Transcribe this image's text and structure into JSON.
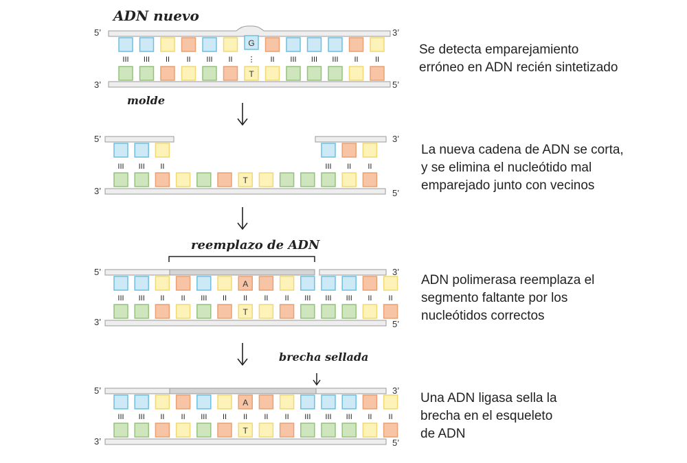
{
  "colors": {
    "A": {
      "fill": "#f7c5a5",
      "stroke": "#e9a072"
    },
    "T": {
      "fill": "#fdf2b8",
      "stroke": "#f0d873"
    },
    "G": {
      "fill": "#cde9f6",
      "stroke": "#6cbfe0"
    },
    "C": {
      "fill": "#cfe5bd",
      "stroke": "#93c27c"
    },
    "backbone_fill": "#eeeeee",
    "backbone_stroke": "#999999",
    "highlight_fill": "#d5d5d5"
  },
  "icons": {
    "arrow": "down-arrow-icon"
  },
  "panels": [
    {
      "end_top_left": "5’",
      "end_top_right": "3’",
      "end_bottom_left": "3’",
      "end_bottom_right": "5’",
      "top_bases": [
        "G",
        "G",
        "T",
        "A",
        "G",
        "T",
        "G",
        "A",
        "G",
        "G",
        "G",
        "A",
        "T"
      ],
      "bottom_bases": [
        "C",
        "C",
        "A",
        "T",
        "C",
        "A",
        "T",
        "T",
        "C",
        "C",
        "C",
        "T",
        "A"
      ],
      "bonds": [
        "III",
        "III",
        "II",
        "II",
        "III",
        "II",
        "⋮",
        "II",
        "III",
        "III",
        "III",
        "II",
        "II"
      ],
      "top_letters": {
        "6": "G"
      },
      "bottom_letters": {
        "6": "T"
      },
      "handwritten_top": "ADN nuevo",
      "handwritten_bottom": "molde",
      "caption": [
        "Se detecta emparejamiento",
        "erróneo en ADN recién sintetizado"
      ]
    },
    {
      "end_top_left": "5’",
      "end_top_right": "3’",
      "end_bottom_left": "3’",
      "end_bottom_right": "5’",
      "top_bases_left": [
        "G",
        "G",
        "T"
      ],
      "top_bases_right": [
        "G",
        "A",
        "T"
      ],
      "bottom_bases": [
        "C",
        "C",
        "A",
        "T",
        "C",
        "A",
        "T",
        "T",
        "C",
        "C",
        "C",
        "T",
        "A"
      ],
      "bonds_left": [
        "III",
        "III",
        "II"
      ],
      "bonds_right": [
        "III",
        "II",
        "II"
      ],
      "bottom_letters": {
        "6": "T"
      },
      "caption": [
        "La nueva cadena de ADN se corta,",
        "y se elimina el nucleótido mal",
        "emparejado junto con vecinos"
      ]
    },
    {
      "end_top_left": "5’",
      "end_top_right": "3’",
      "end_bottom_left": "3’",
      "end_bottom_right": "5’",
      "top_bases": [
        "G",
        "G",
        "T",
        "A",
        "G",
        "T",
        "A",
        "A",
        "T",
        "G",
        "G",
        "G",
        "A",
        "T"
      ],
      "bottom_bases": [
        "C",
        "C",
        "A",
        "T",
        "C",
        "A",
        "T",
        "T",
        "A",
        "C",
        "C",
        "C",
        "T",
        "A"
      ],
      "bonds": [
        "III",
        "III",
        "II",
        "II",
        "III",
        "II",
        "II",
        "II",
        "II",
        "III",
        "III",
        "III",
        "II",
        "II"
      ],
      "top_letters": {
        "6": "A"
      },
      "bottom_letters": {
        "6": "T"
      },
      "handwritten_top": "reemplazo de ADN",
      "caption": [
        "ADN polimerasa reemplaza el",
        "segmento faltante por los",
        "nucleótidos correctos"
      ]
    },
    {
      "end_top_left": "5’",
      "end_top_right": "3’",
      "end_bottom_left": "3’",
      "end_bottom_right": "5’",
      "top_bases": [
        "G",
        "G",
        "T",
        "A",
        "G",
        "T",
        "A",
        "A",
        "T",
        "G",
        "G",
        "G",
        "A",
        "T"
      ],
      "bottom_bases": [
        "C",
        "C",
        "A",
        "T",
        "C",
        "A",
        "T",
        "T",
        "A",
        "C",
        "C",
        "C",
        "T",
        "A"
      ],
      "bonds": [
        "III",
        "III",
        "II",
        "II",
        "III",
        "II",
        "II",
        "II",
        "II",
        "III",
        "III",
        "III",
        "II",
        "II"
      ],
      "top_letters": {
        "6": "A"
      },
      "bottom_letters": {
        "6": "T"
      },
      "handwritten_top": "brecha sellada",
      "caption": [
        "Una ADN ligasa sella la",
        "brecha  en el esqueleto",
        "de ADN"
      ]
    }
  ]
}
